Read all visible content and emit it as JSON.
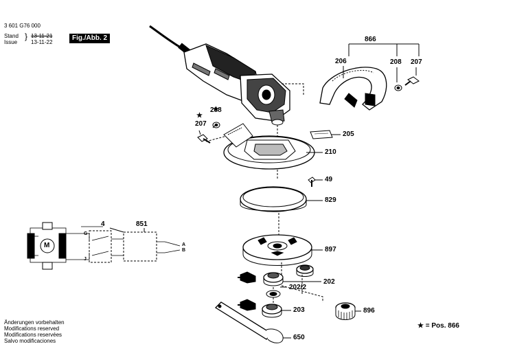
{
  "header": {
    "doc_number": "3 601 G76 000",
    "stand_label": "Stand",
    "issue_label": "Issue",
    "stand_date": "13-11-21",
    "issue_date": "13-11-22",
    "figure_label": "Fig./Abb. 2"
  },
  "callouts": {
    "c866": "866",
    "c206": "206",
    "c208a": "208",
    "c207a": "207",
    "c208b": "208",
    "c207b": "207",
    "c205": "205",
    "c210": "210",
    "c49": "49",
    "c829": "829",
    "c4": "4",
    "c851": "851",
    "c897": "897",
    "c202": "202",
    "c202_2": "202/2",
    "c203": "203",
    "c896": "896",
    "c650": "650"
  },
  "circuit": {
    "motor": "M",
    "g": "G",
    "j": "J",
    "a": "A",
    "b": "B"
  },
  "stars": {
    "star": "★"
  },
  "legend": {
    "text": "★ = Pos. 866"
  },
  "notes": [
    "Änderungen vorbehalten",
    "Modifications reserved",
    "Modifications reservées",
    "Salvo modificaciones"
  ]
}
